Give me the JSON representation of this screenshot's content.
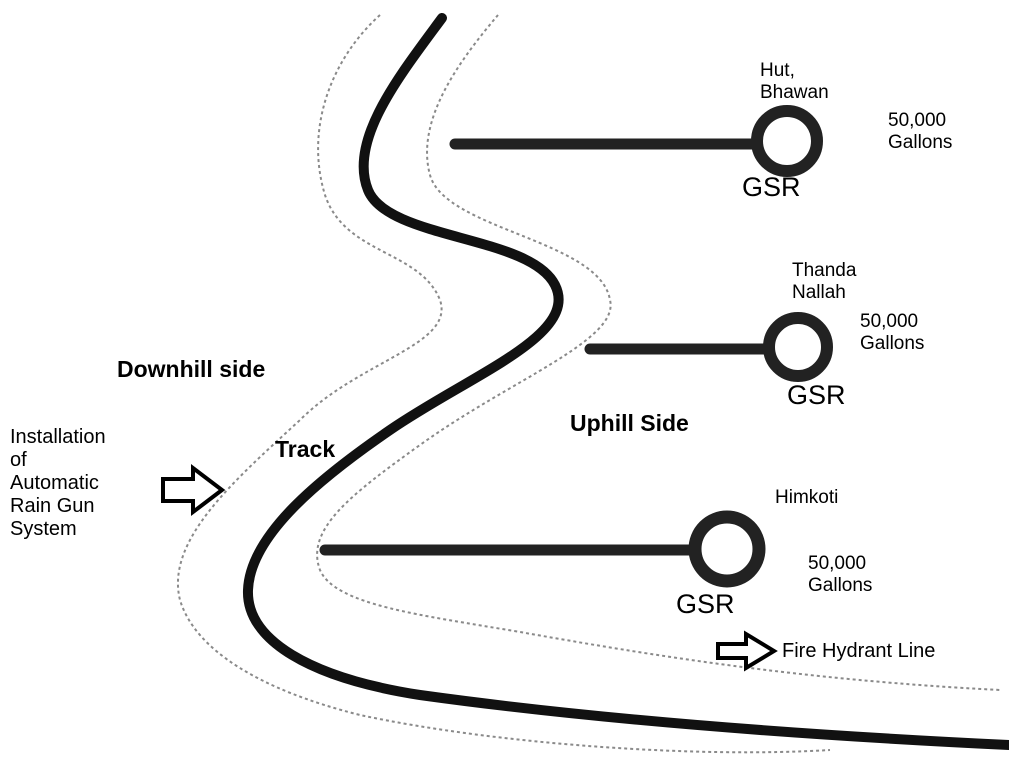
{
  "colors": {
    "track": "#111111",
    "outline": "#8a8a8a",
    "reservoir": "#222222",
    "arrow": "#000000"
  },
  "labels": {
    "downhill": "Downhill side",
    "uphill": "Uphill Side",
    "track": "Track",
    "installation": "Installation\nof\nAutomatic\nRain Gun\nSystem",
    "fire_hydrant": "Fire Hydrant Line"
  },
  "reservoirs": [
    {
      "place": "Hut,\nBhawan",
      "capacity": "50,000\nGallons",
      "type": "GSR"
    },
    {
      "place": "Thanda\nNallah",
      "capacity": "50,000\nGallons",
      "type": "GSR"
    },
    {
      "place": "Himkoti",
      "capacity": "50,000\nGallons",
      "type": "GSR"
    }
  ],
  "icons": [
    "installation-arrow-icon",
    "fire-hydrant-arrow-icon"
  ]
}
